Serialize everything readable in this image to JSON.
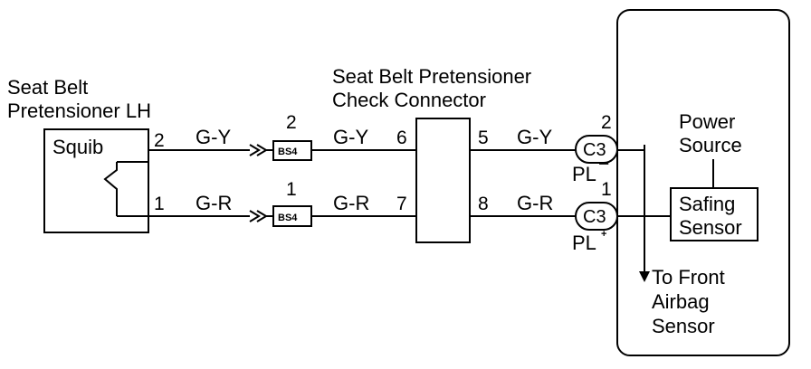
{
  "labels": {
    "pretensioner_title_1": "Seat Belt",
    "pretensioner_title_2": "Pretensioner LH",
    "squib": "Squib",
    "check_title_1": "Seat Belt Pretensioner",
    "check_title_2": "Check Connector",
    "power_source_1": "Power",
    "power_source_2": "Source",
    "safing_1": "Safing",
    "safing_2": "Sensor",
    "front_1": "To Front",
    "front_2": "Airbag",
    "front_3": "Sensor"
  },
  "wires": {
    "top": {
      "squib_pin": "2",
      "color_1": "G-Y",
      "bs4_pin": "2",
      "bs4_label": "BS4",
      "color_2": "G-Y",
      "check_in_pin": "6",
      "check_out_pin": "5",
      "color_3": "G-Y",
      "c3_pin": "2",
      "c3_label": "C3",
      "pl_label": "PL",
      "pl_sign": "−"
    },
    "bottom": {
      "squib_pin": "1",
      "color_1": "G-R",
      "bs4_pin": "1",
      "bs4_label": "BS4",
      "color_2": "G-R",
      "check_in_pin": "7",
      "check_out_pin": "8",
      "color_3": "G-R",
      "c3_pin": "1",
      "c3_label": "C3",
      "pl_label": "PL",
      "pl_sign": "+"
    }
  }
}
